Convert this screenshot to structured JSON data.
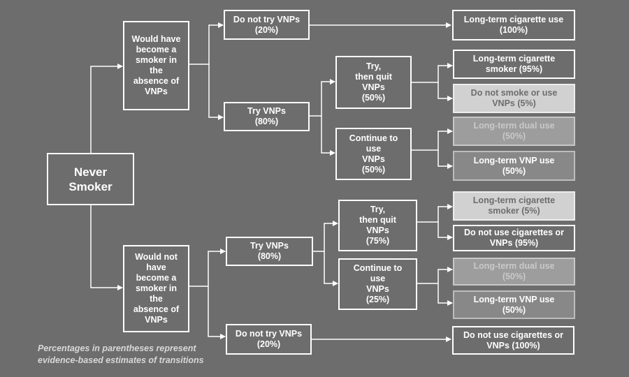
{
  "nodes": {
    "root": "Never\nSmoker",
    "would": "Would have\nbecome a\nsmoker in\nthe\nabsence of\nVNPs",
    "would_not": "Would not\nhave\nbecome a\nsmoker in\nthe\nabsence of\nVNPs",
    "a_do_not_try": "Do not try VNPs\n(20%)",
    "a_try": "Try VNPs\n(80%)",
    "a_longterm_cig": "Long-term cigarette use\n(100%)",
    "a_try_quit": "Try,\nthen quit\nVNPs\n(50%)",
    "a_continue": "Continue to\nuse\nVNPs\n(50%)",
    "a_cig_smoker": "Long-term cigarette\nsmoker (95%)",
    "a_no_smoke": "Do not smoke or use\nVNPs (5%)",
    "a_dual": "Long-term dual use\n(50%)",
    "a_vnp": "Long-term VNP use\n(50%)",
    "b_try": "Try VNPs\n(80%)",
    "b_do_not_try": "Do not try VNPs\n(20%)",
    "b_try_quit": "Try,\nthen quit\nVNPs\n(75%)",
    "b_continue": "Continue to\nuse\nVNPs\n(25%)",
    "b_cig_smoker": "Long-term cigarette\nsmoker  (5%)",
    "b_no_use": "Do not use cigarettes or\nVNPs (95%)",
    "b_dual": "Long-term dual use\n(50%)",
    "b_vnp": "Long-term VNP use\n(50%)",
    "b_no_use_final": "Do not use cigarettes or\nVNPs (100%)"
  },
  "footnote": "Percentages in parentheses represent\nevidence-based estimates of transitions",
  "colors": {
    "background": "#6d6d6d",
    "line": "#ffffff",
    "box_light": "#d1d1d1",
    "box_mid": "#9d9d9d",
    "box_dark": "#888888"
  }
}
